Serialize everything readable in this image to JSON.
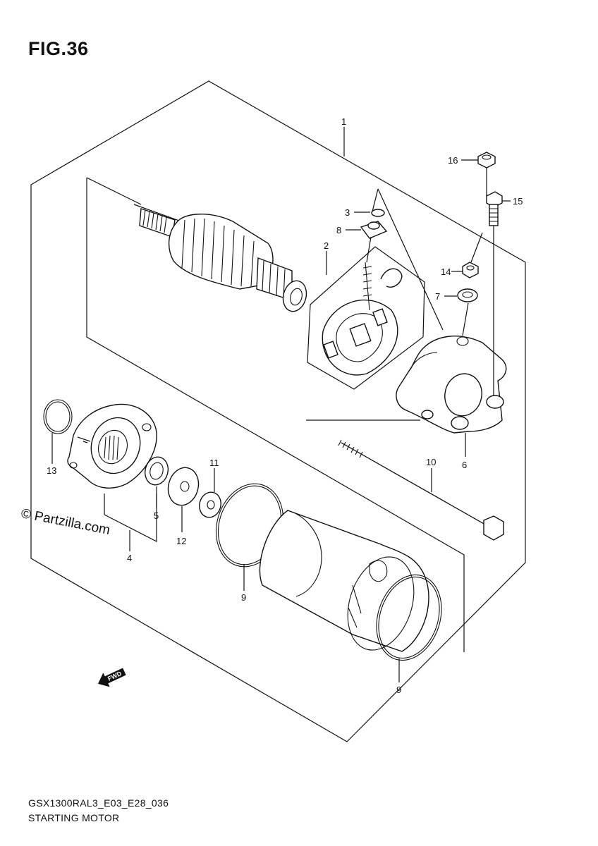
{
  "figure": {
    "title": "FIG.36",
    "model_code": "GSX1300RAL3_E03_E28_036",
    "description": "STARTING MOTOR",
    "copyright": "© Partzilla.com",
    "fwd_label": "FWD"
  },
  "callouts": [
    {
      "id": "c1",
      "label": "1"
    },
    {
      "id": "c2",
      "label": "2"
    },
    {
      "id": "c3",
      "label": "3"
    },
    {
      "id": "c4",
      "label": "4"
    },
    {
      "id": "c5",
      "label": "5"
    },
    {
      "id": "c6",
      "label": "6"
    },
    {
      "id": "c7",
      "label": "7"
    },
    {
      "id": "c8",
      "label": "8"
    },
    {
      "id": "c9a",
      "label": "9"
    },
    {
      "id": "c9b",
      "label": "9"
    },
    {
      "id": "c10",
      "label": "10"
    },
    {
      "id": "c11",
      "label": "11"
    },
    {
      "id": "c12",
      "label": "12"
    },
    {
      "id": "c13",
      "label": "13"
    },
    {
      "id": "c14",
      "label": "14"
    },
    {
      "id": "c15",
      "label": "15"
    },
    {
      "id": "c16",
      "label": "16"
    }
  ]
}
